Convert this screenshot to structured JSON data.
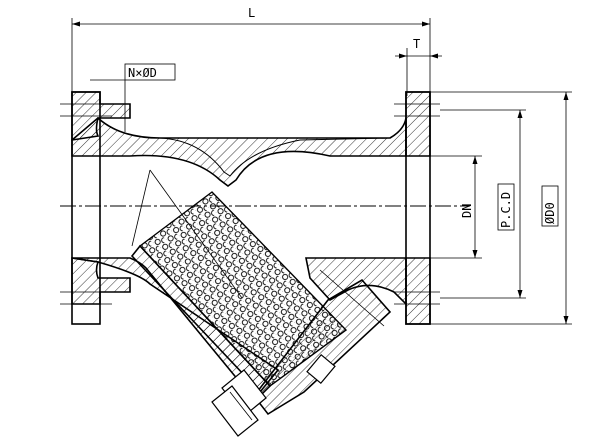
{
  "labels": {
    "overall_length": "L",
    "flange_thickness": "T",
    "bolt_holes": "N×ØD",
    "nominal_diameter": "DN",
    "pitch_circle_diameter": "P.C.D",
    "outer_diameter": "ØD0"
  },
  "colors": {
    "line": "#000000",
    "background": "#ffffff"
  }
}
